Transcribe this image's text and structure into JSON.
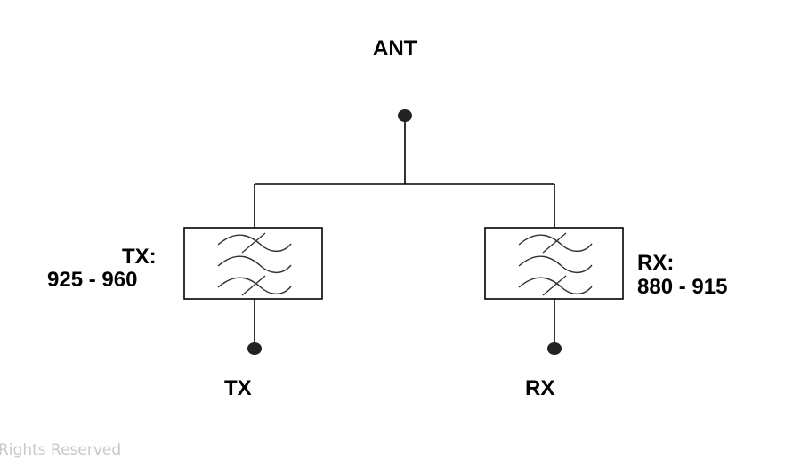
{
  "antenna_label": "ANT",
  "tx_filter": {
    "name": "TX:",
    "range": "925 - 960"
  },
  "rx_filter": {
    "name": "RX:",
    "range": "880 - 915"
  },
  "tx_port": "TX",
  "rx_port": "RX",
  "footer": "Rights Reserved"
}
